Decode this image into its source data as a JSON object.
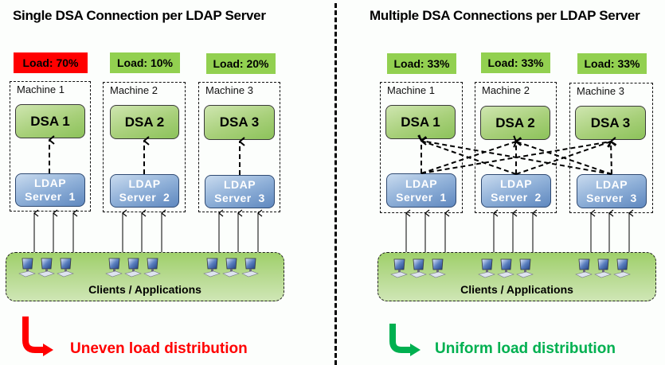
{
  "colors": {
    "load_high": "#ff0000",
    "load_ok": "#92d050",
    "uneven": "#ff0000",
    "uniform": "#00b050"
  },
  "left": {
    "title": "Single DSA Connection per LDAP Server",
    "machines": [
      {
        "label": "Machine 1",
        "dsa": "DSA 1",
        "ldap_line1": "LDAP",
        "ldap_line2": "Server  1",
        "load": "Load:  70%",
        "load_status": "high"
      },
      {
        "label": "Machine 2",
        "dsa": "DSA 2",
        "ldap_line1": "LDAP",
        "ldap_line2": "Server  2",
        "load": "Load: 10%",
        "load_status": "ok"
      },
      {
        "label": "Machine 3",
        "dsa": "DSA 3",
        "ldap_line1": "LDAP",
        "ldap_line2": "Server  3",
        "load": "Load: 20%",
        "load_status": "ok"
      }
    ],
    "clients_label": "Clients / Applications",
    "outcome": "Uneven load distribution",
    "outcome_icon": "curved-arrow-icon"
  },
  "right": {
    "title": "Multiple DSA Connections per LDAP Server",
    "machines": [
      {
        "label": "Machine 1",
        "dsa": "DSA 1",
        "ldap_line1": "LDAP",
        "ldap_line2": "Server  1",
        "load": "Load: 33%",
        "load_status": "ok"
      },
      {
        "label": "Machine 2",
        "dsa": "DSA 2",
        "ldap_line1": "LDAP",
        "ldap_line2": "Server  2",
        "load": "Load: 33%",
        "load_status": "ok"
      },
      {
        "label": "Machine 3",
        "dsa": "DSA 3",
        "ldap_line1": "LDAP",
        "ldap_line2": "Server  3",
        "load": "Load: 33%",
        "load_status": "ok"
      }
    ],
    "clients_label": "Clients / Applications",
    "outcome": "Uniform load distribution",
    "outcome_icon": "curved-arrow-icon"
  }
}
